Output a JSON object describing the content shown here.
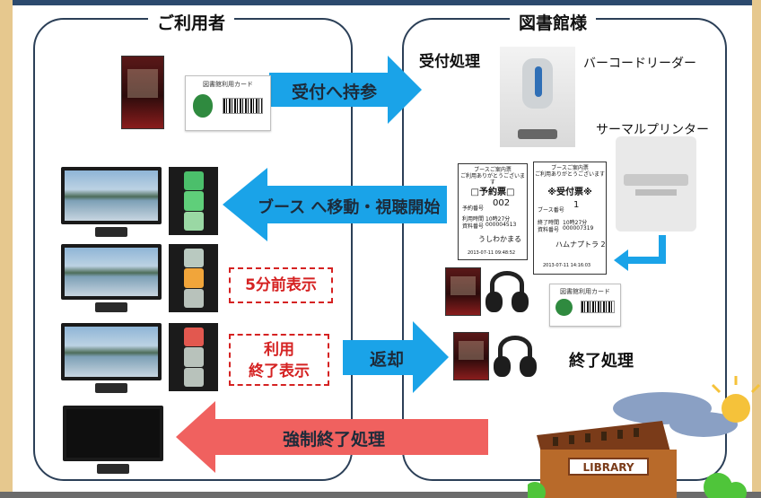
{
  "left_panel": {
    "title": "ご利用者"
  },
  "right_panel": {
    "title": "図書館様"
  },
  "arrows": {
    "bring_to_reception": "受付へ持参",
    "move_and_view": "ブース へ移動・視聴開始",
    "return": "返却",
    "force_end": "強制終了処理"
  },
  "labels": {
    "reception_process": "受付処理",
    "barcode_reader": "バーコードリーダー",
    "thermal_printer": "サーマルプリンター",
    "end_process": "終了処理",
    "five_min_before": "5分前表示",
    "usage_end_line1": "利用",
    "usage_end_line2": "終了表示"
  },
  "card": {
    "title": "図書館利用カード"
  },
  "receipt_reserve": {
    "head1": "ブースご案内票",
    "head2": "ご利用ありがとうございます",
    "title": "□予約票□",
    "number_label": "予約番号",
    "number": "002",
    "row1_label": "利用時間",
    "row1_value": "10時27分",
    "row2_label": "資料番号",
    "row2_value": "000004513",
    "name": "うしわかまる",
    "footer": "2013-07-11 09:48:52"
  },
  "receipt_accept": {
    "head1": "ブースご案内票",
    "head2": "ご利用ありがとうございます",
    "title": "※受付票※",
    "booth_label": "ブース番号",
    "booth": "1",
    "row1_label": "終了時間",
    "row1_value": "10時27分",
    "row2_label": "資料番号",
    "row2_value": "000007319",
    "name": "ハムナプトラ 2",
    "footer": "2013-07-11 14:16:03"
  },
  "library_sign": "LIBRARY",
  "colors": {
    "arrow_blue": "#1aa3e8",
    "arrow_red": "#f0615f",
    "frame_navy": "#2b3f57",
    "dash_red": "#d52222",
    "background": "#e6c88e"
  }
}
